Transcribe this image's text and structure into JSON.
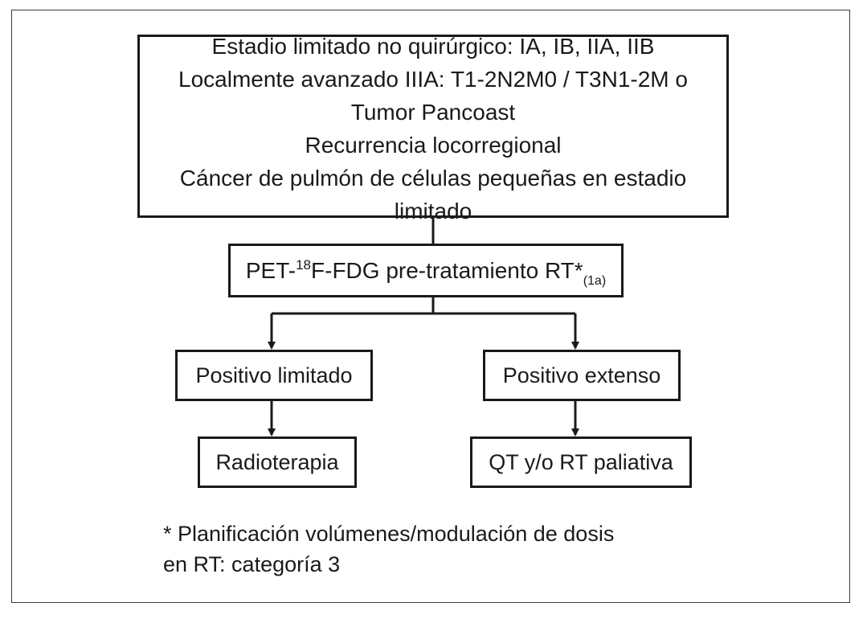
{
  "top_box": {
    "lines": [
      "Estadio limitado no quirúrgico: IA, IB, IIA, IIB",
      "Localmente avanzado IIIA: T1-2N2M0 / T3N1-2M o",
      "Tumor Pancoast",
      "Recurrencia locorregional",
      "Cáncer de pulmón de células pequeñas en estadio limitado"
    ]
  },
  "pet_box": {
    "prefix": "PET-",
    "superscript": "18",
    "main": "F-FDG pre-tratamiento RT*",
    "subscript": "(1a)"
  },
  "branches": {
    "left": {
      "label": "Positivo limitado",
      "outcome": "Radioterapia"
    },
    "right": {
      "label": "Positivo extenso",
      "outcome": "QT y/o RT paliativa"
    }
  },
  "footnote": {
    "line1": "* Planificación volúmenes/modulación de dosis",
    "line2": "en RT: categoría 3"
  }
}
